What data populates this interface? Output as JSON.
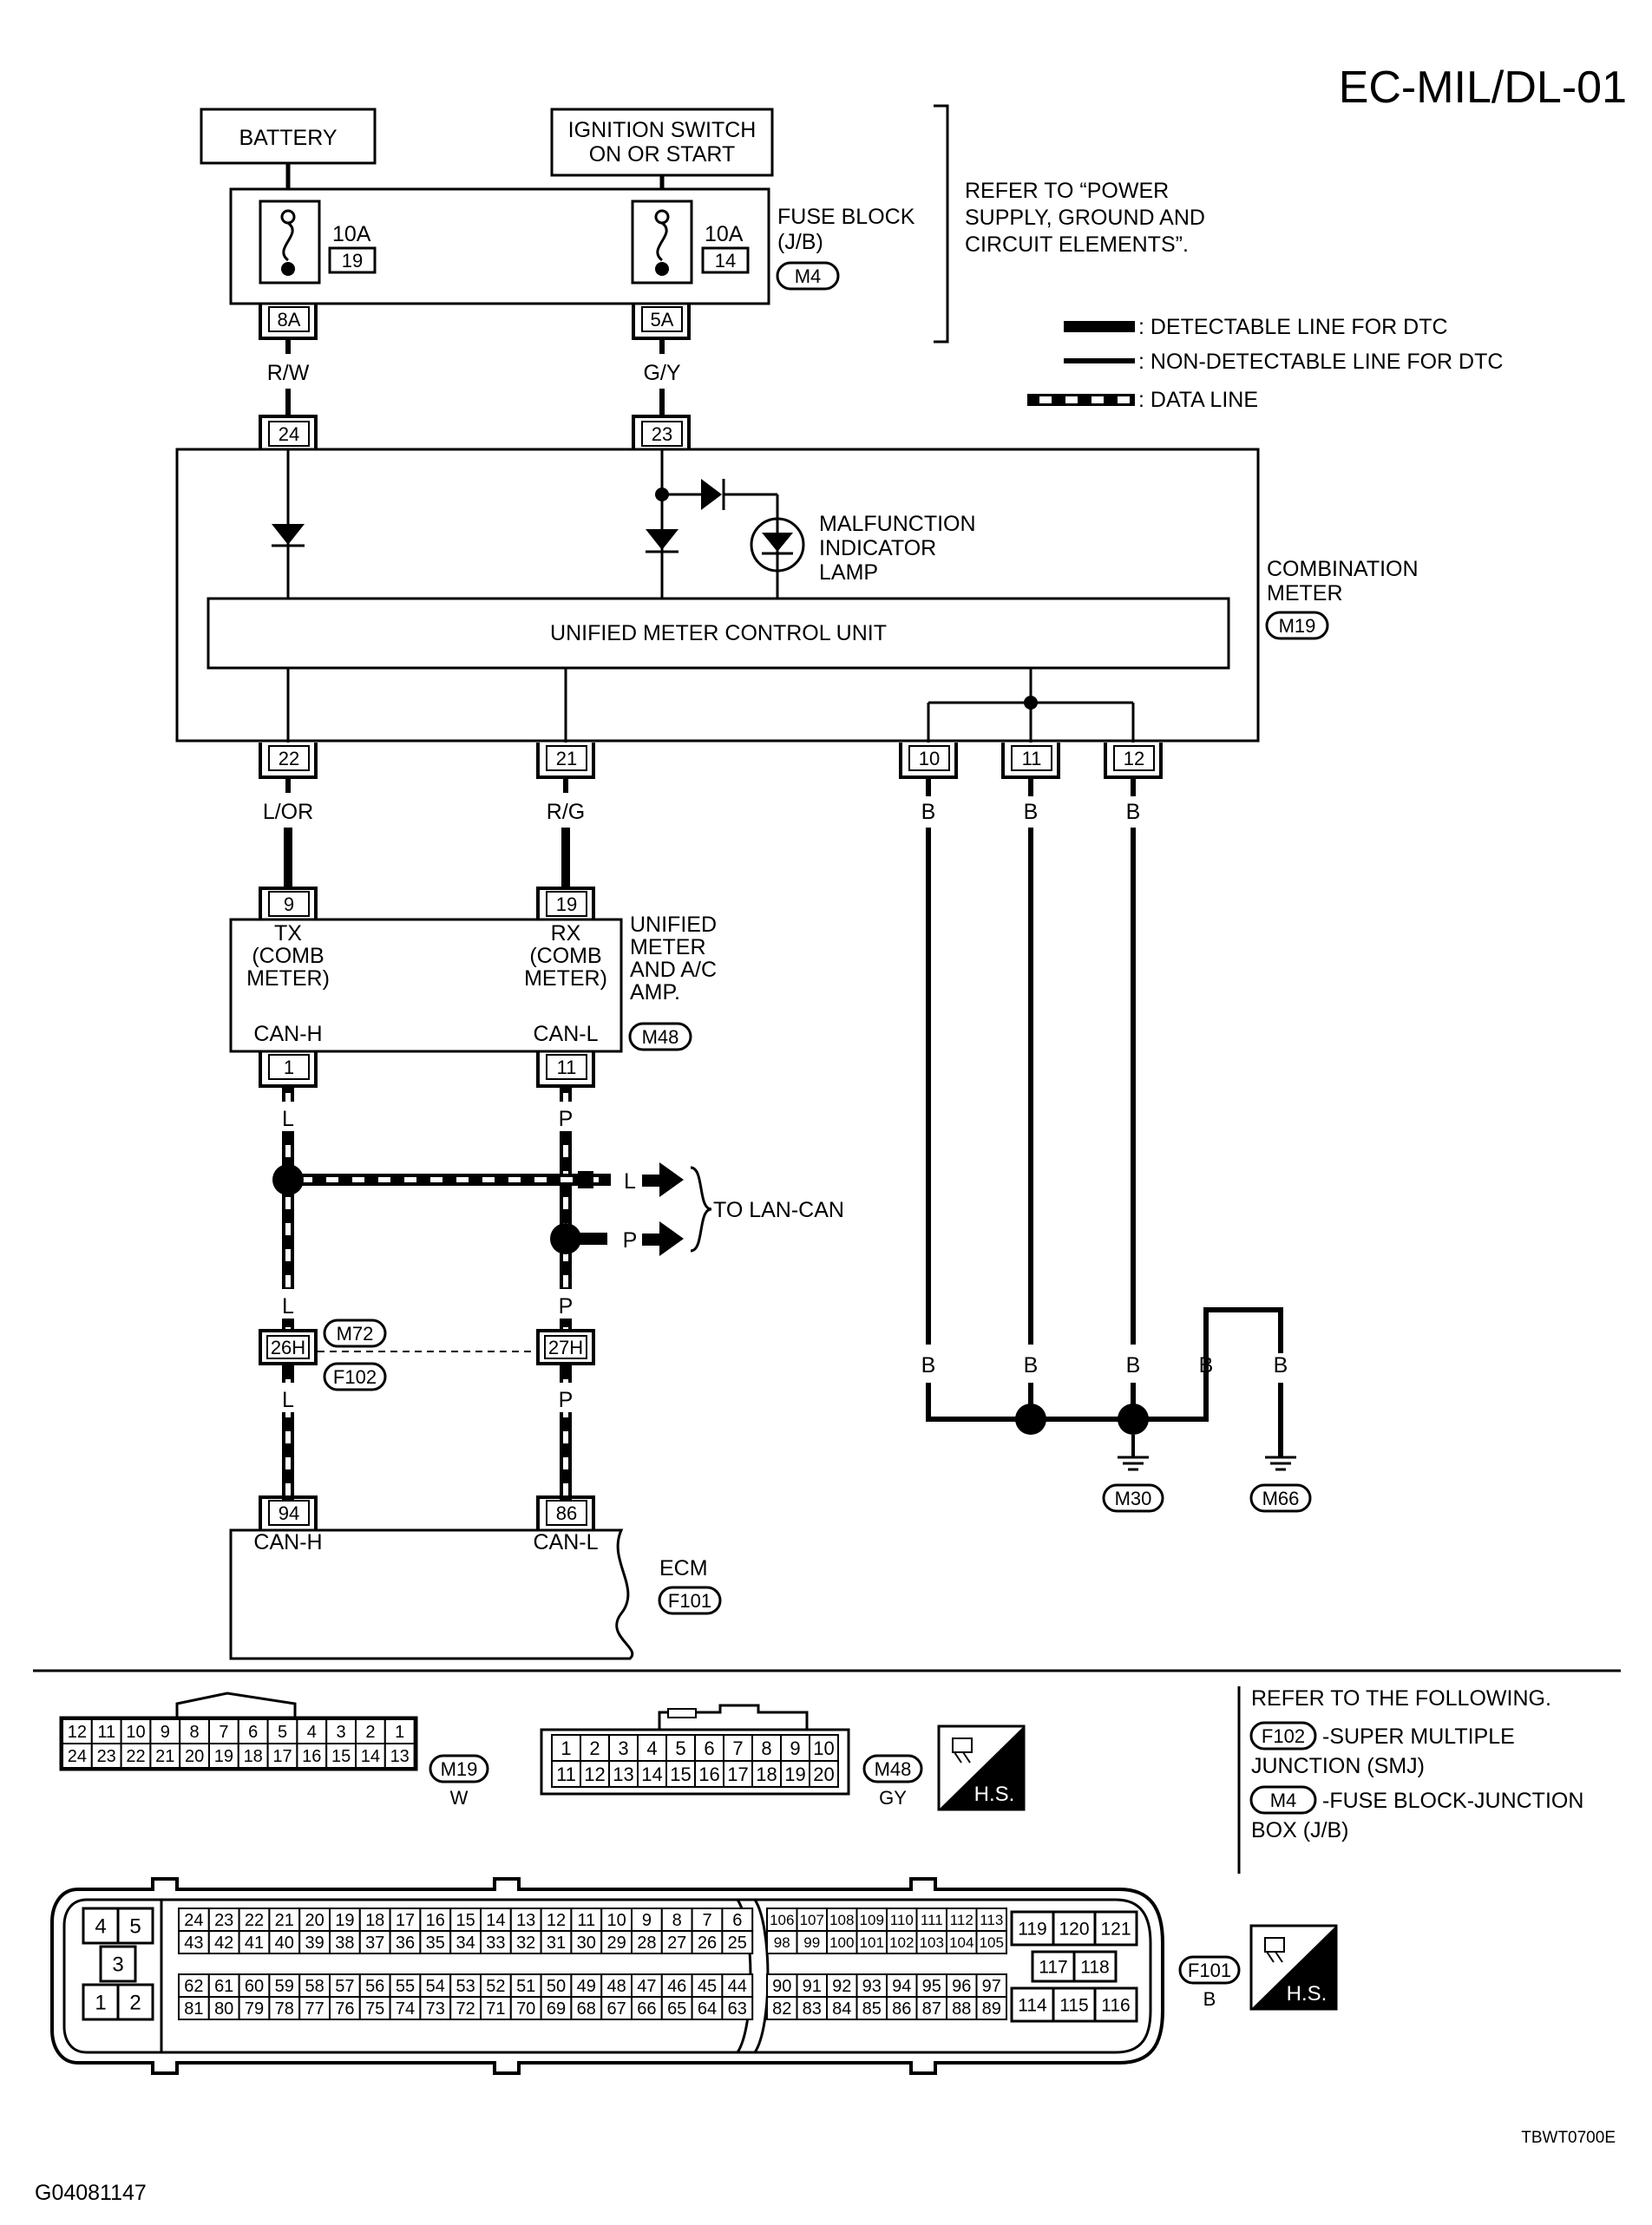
{
  "page": {
    "title": "EC-MIL/DL-01",
    "doc_id": "G04081147",
    "figure_id": "TBWT0700E"
  },
  "power": {
    "battery": "BATTERY",
    "ignition_1": "IGNITION SWITCH",
    "ignition_2": "ON OR START",
    "refer_1": "REFER TO “POWER",
    "refer_2": "SUPPLY, GROUND AND",
    "refer_3": "CIRCUIT ELEMENTS”."
  },
  "fuse_block": {
    "label_1": "FUSE BLOCK",
    "label_2": "(J/B)",
    "connector": "M4",
    "fuse_a_rating": "10A",
    "fuse_a_num": "19",
    "fuse_b_rating": "10A",
    "fuse_b_num": "14",
    "term_a": "8A",
    "term_b": "5A"
  },
  "legend": {
    "detectable": ": DETECTABLE LINE FOR DTC",
    "non_detectable": ": NON-DETECTABLE LINE FOR DTC",
    "data_line": ": DATA LINE"
  },
  "wires": {
    "rw": "R/W",
    "gy": "G/Y",
    "lor": "L/OR",
    "rg": "R/G",
    "b": "B",
    "l": "L",
    "p": "P"
  },
  "meter": {
    "pin_24": "24",
    "pin_23": "23",
    "mil_1": "MALFUNCTION",
    "mil_2": "INDICATOR",
    "mil_3": "LAMP",
    "control_unit": "UNIFIED METER CONTROL UNIT",
    "name_1": "COMBINATION",
    "name_2": "METER",
    "connector": "M19",
    "pin_22": "22",
    "pin_21": "21",
    "pin_10": "10",
    "pin_11": "11",
    "pin_12": "12"
  },
  "amp": {
    "pin_9": "9",
    "pin_19": "19",
    "tx_1": "TX",
    "tx_2": "(COMB",
    "tx_3": "METER)",
    "rx_1": "RX",
    "rx_2": "(COMB",
    "rx_3": "METER)",
    "can_h": "CAN-H",
    "can_l": "CAN-L",
    "name_1": "UNIFIED",
    "name_2": "METER",
    "name_3": "AND A/C",
    "name_4": "AMP.",
    "connector": "M48",
    "pin_1": "1",
    "pin_11": "11"
  },
  "lan": {
    "to_lan_can": "TO LAN-CAN"
  },
  "junction": {
    "pin_26h": "26H",
    "pin_27h": "27H",
    "conn_m72": "M72",
    "conn_f102": "F102"
  },
  "ground": {
    "m30": "M30",
    "m66": "M66"
  },
  "ecm": {
    "pin_94": "94",
    "pin_86": "86",
    "can_h": "CAN-H",
    "can_l": "CAN-L",
    "name": "ECM",
    "connector": "F101"
  },
  "connectors": {
    "m19_top": [
      "12",
      "11",
      "10",
      "9",
      "8",
      "7",
      "6",
      "5",
      "4",
      "3",
      "2",
      "1"
    ],
    "m19_bottom": [
      "24",
      "23",
      "22",
      "21",
      "20",
      "19",
      "18",
      "17",
      "16",
      "15",
      "14",
      "13"
    ],
    "m19_name": "M19",
    "m19_color": "W",
    "m48_top": [
      "1",
      "2",
      "3",
      "4",
      "5",
      "6",
      "7",
      "8",
      "9",
      "10"
    ],
    "m48_bottom": [
      "11",
      "12",
      "13",
      "14",
      "15",
      "16",
      "17",
      "18",
      "19",
      "20"
    ],
    "m48_name": "M48",
    "m48_color": "GY",
    "hs_label": "H.S.",
    "f101_left_1": [
      "4",
      "5"
    ],
    "f101_left_2": [
      "3"
    ],
    "f101_left_3": [
      "1",
      "2"
    ],
    "f101_a_row1": [
      "24",
      "23",
      "22",
      "21",
      "20",
      "19",
      "18",
      "17",
      "16",
      "15",
      "14",
      "13",
      "12",
      "11",
      "10",
      "9",
      "8",
      "7",
      "6"
    ],
    "f101_a_row2": [
      "43",
      "42",
      "41",
      "40",
      "39",
      "38",
      "37",
      "36",
      "35",
      "34",
      "33",
      "32",
      "31",
      "30",
      "29",
      "28",
      "27",
      "26",
      "25"
    ],
    "f101_a_row3": [
      "62",
      "61",
      "60",
      "59",
      "58",
      "57",
      "56",
      "55",
      "54",
      "53",
      "52",
      "51",
      "50",
      "49",
      "48",
      "47",
      "46",
      "45",
      "44"
    ],
    "f101_a_row4": [
      "81",
      "80",
      "79",
      "78",
      "77",
      "76",
      "75",
      "74",
      "73",
      "72",
      "71",
      "70",
      "69",
      "68",
      "67",
      "66",
      "65",
      "64",
      "63"
    ],
    "f101_b_row1": [
      "106",
      "107",
      "108",
      "109",
      "110",
      "111",
      "112",
      "113"
    ],
    "f101_b_row2": [
      "98",
      "99",
      "100",
      "101",
      "102",
      "103",
      "104",
      "105"
    ],
    "f101_b_row3": [
      "90",
      "91",
      "92",
      "93",
      "94",
      "95",
      "96",
      "97"
    ],
    "f101_b_row4": [
      "82",
      "83",
      "84",
      "85",
      "86",
      "87",
      "88",
      "89"
    ],
    "f101_c_row1": [
      "119",
      "120",
      "121"
    ],
    "f101_c_row2": [
      "117",
      "118"
    ],
    "f101_c_row3": [
      "114",
      "115",
      "116"
    ],
    "f101_name": "F101",
    "f101_color": "B"
  },
  "refer_box": {
    "heading": "REFER TO THE FOLLOWING.",
    "f102_conn": "F102",
    "f102_text_1": "-SUPER MULTIPLE",
    "f102_text_2": "JUNCTION (SMJ)",
    "m4_conn": "M4",
    "m4_text_1": "-FUSE BLOCK-JUNCTION",
    "m4_text_2": "BOX (J/B)"
  }
}
